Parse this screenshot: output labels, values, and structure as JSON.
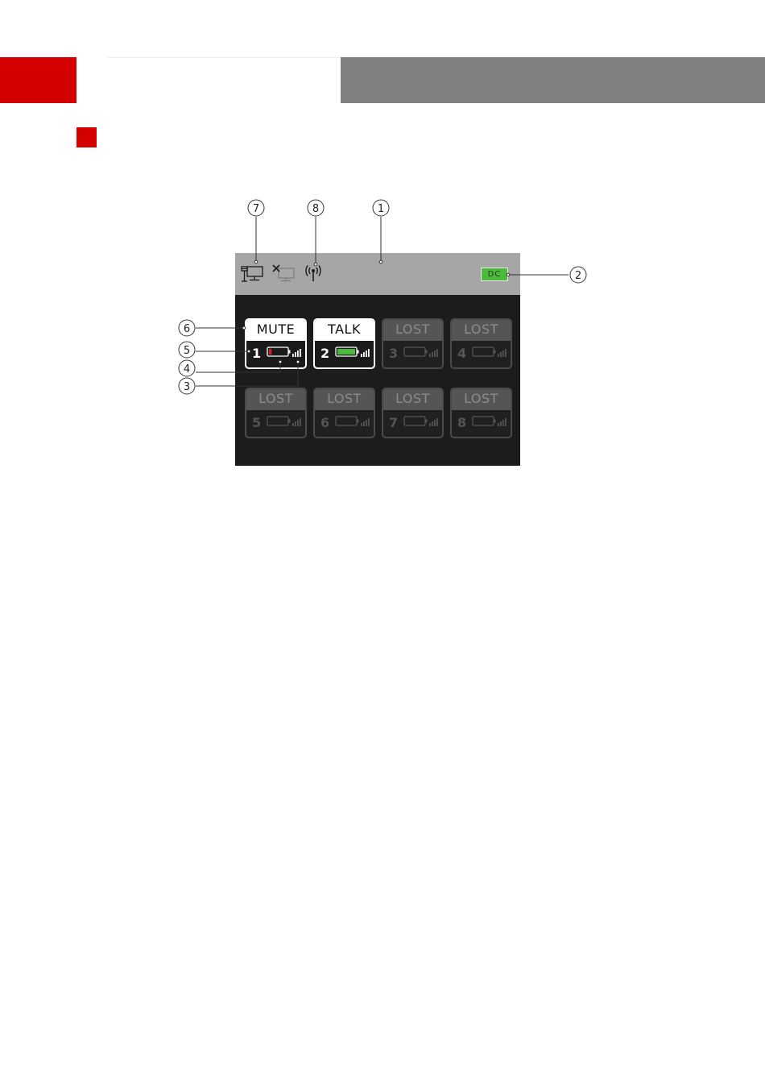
{
  "colors": {
    "brand_red": "#d40000",
    "header_gray": "#808080",
    "screen_bg": "#1c1c1c",
    "status_bar": "#a6a6a6",
    "battery_low": "#d42020",
    "battery_full": "#4cbb3c",
    "dc_badge": "#4cbb3c"
  },
  "status_bar": {
    "icons": [
      "network-connected-icon",
      "network-disconnected-icon",
      "wireless-antenna-icon"
    ],
    "power_label": "DC"
  },
  "tiles": [
    {
      "status": "MUTE",
      "number": "1",
      "state": "active",
      "battery": "low",
      "battery_level": 0.15
    },
    {
      "status": "TALK",
      "number": "2",
      "state": "active",
      "battery": "full",
      "battery_level": 1.0
    },
    {
      "status": "LOST",
      "number": "3",
      "state": "lost",
      "battery": "empty",
      "battery_level": 0
    },
    {
      "status": "LOST",
      "number": "4",
      "state": "lost",
      "battery": "empty",
      "battery_level": 0
    },
    {
      "status": "LOST",
      "number": "5",
      "state": "lost",
      "battery": "empty",
      "battery_level": 0
    },
    {
      "status": "LOST",
      "number": "6",
      "state": "lost",
      "battery": "empty",
      "battery_level": 0
    },
    {
      "status": "LOST",
      "number": "7",
      "state": "lost",
      "battery": "empty",
      "battery_level": 0
    },
    {
      "status": "LOST",
      "number": "8",
      "state": "lost",
      "battery": "empty",
      "battery_level": 0
    }
  ],
  "callouts": [
    "1",
    "2",
    "3",
    "4",
    "5",
    "6",
    "7",
    "8"
  ]
}
